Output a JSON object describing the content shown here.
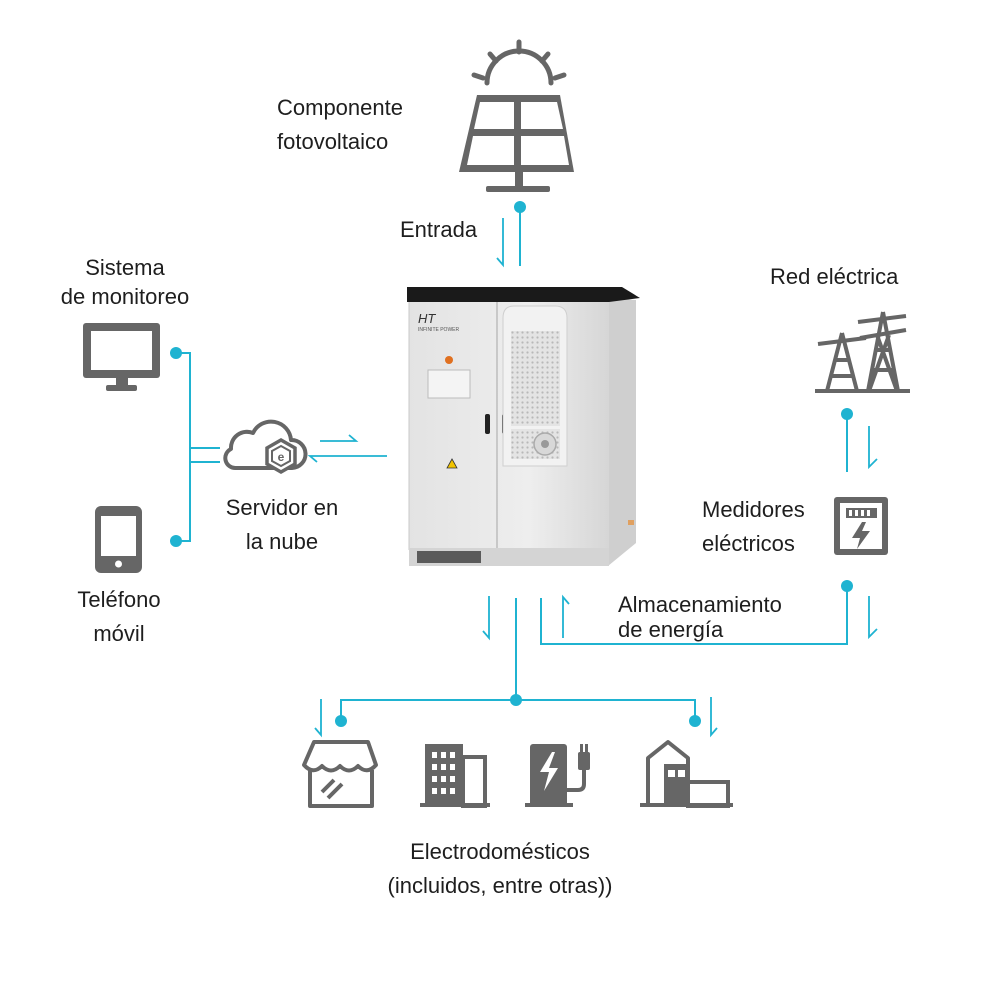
{
  "labels": {
    "pv": [
      "Componente",
      "fotovoltaico"
    ],
    "entrada": "Entrada",
    "monitoring": [
      "Sistema",
      "de monitoreo"
    ],
    "cloud": [
      "Servidor en",
      "la nube"
    ],
    "phone": [
      "Teléfono",
      "móvil"
    ],
    "grid": "Red eléctrica",
    "meters": [
      "Medidores",
      "eléctricos"
    ],
    "storage": [
      "Almacenamiento",
      "de energía"
    ],
    "appliances": [
      "Electrodomésticos",
      "(incluidos, entre otras))"
    ]
  },
  "cabinet": {
    "brand": "HT",
    "subbrand": "INFINITE POWER"
  },
  "icons": [
    "sun-icon",
    "solar-panel-icon",
    "monitor-icon",
    "phone-icon",
    "cloud-icon",
    "power-tower-icon",
    "meter-icon",
    "shop-icon",
    "building-icon",
    "ev-charger-icon",
    "factory-icon"
  ],
  "colors": {
    "line": "#1fb3d1",
    "icon": "#666666",
    "cabinet_body": "#e9e9e9",
    "cabinet_roof": "#1a1a1a"
  }
}
